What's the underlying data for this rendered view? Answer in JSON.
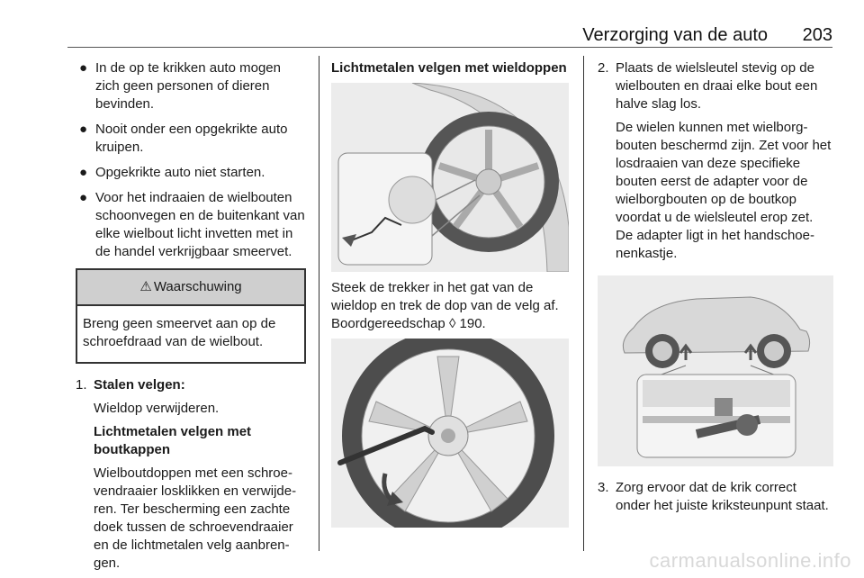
{
  "header": {
    "title": "Verzorging van de auto",
    "page": "203"
  },
  "col1": {
    "bullets": [
      "In de op te krikken auto mogen zich geen personen of dieren bevinden.",
      "Nooit onder een opgekrikte auto kruipen.",
      "Opgekrikte auto niet starten.",
      "Voor het indraaien de wielbouten schoonvegen en de buitenkant van elke wielbout licht invetten met in de handel verkrijgbaar smeervet."
    ],
    "bullet_symbol": "●",
    "warning": {
      "icon": "warning-triangle-icon",
      "symbol": "⚠",
      "title": "Waarschuwing",
      "body": "Breng geen smeervet aan op de schroefdraad van de wielbout."
    },
    "step1": {
      "number": "1.",
      "heading": "Stalen velgen:",
      "text1": "Wieldop verwijderen.",
      "subheading": "Lichtmetalen velgen met boutkappen",
      "text2": "Wielboutdoppen met een schroe­vendraaier losklikken en verwijde­ren. Ter bescherming een zachte doek tussen de schroevendraaier en de lichtmetalen velg aanbren­gen."
    }
  },
  "col2": {
    "heading": "Lichtmetalen velgen met wieldoppen",
    "caption": "Steek de trekker in het gat van de wieldop en trek de dop van de velg af. Boordgereedschap",
    "ref_symbol": "◊",
    "ref_page": "190."
  },
  "col3": {
    "step2": {
      "number": "2.",
      "text": "Plaats de wielsleutel stevig op de wielbouten en draai elke bout een halve slag los.",
      "text2": "De wielen kunnen met wielborg­bouten beschermd zijn. Zet voor het losdraaien van deze speci­fieke bouten eerst de adapter voor de wielborgbouten op de boutkop voordat u de wielsleutel erop zet. De adapter ligt in het handschoe­nenkastje."
    },
    "step3": {
      "number": "3.",
      "text": "Zorg ervoor dat de krik correct onder het juiste kriksteunpunt staat."
    }
  },
  "watermark": "carmanualsonline.info"
}
